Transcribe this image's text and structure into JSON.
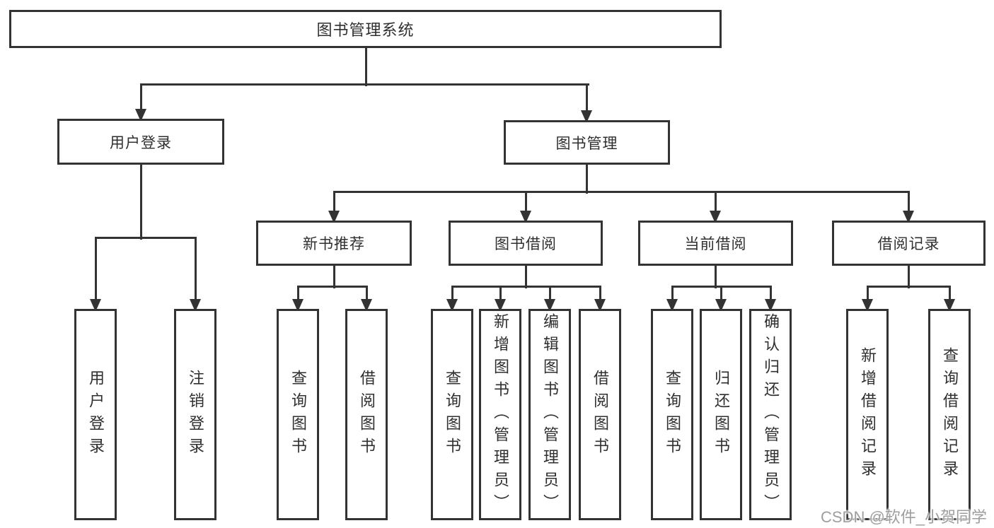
{
  "diagram": {
    "type": "hierarchy-tree",
    "colors": {
      "line": "#333333",
      "text": "#2f2f2f",
      "background": "#ffffff"
    },
    "nodes": {
      "root": {
        "label": "图书管理系统"
      },
      "user_login": {
        "label": "用户登录"
      },
      "book_mgmt": {
        "label": "图书管理"
      },
      "new_book_rec": {
        "label": "新书推荐"
      },
      "book_borrow": {
        "label": "图书借阅"
      },
      "current_borrow": {
        "label": "当前借阅"
      },
      "borrow_record": {
        "label": "借阅记录"
      },
      "leaf_user_login": {
        "label": "用户登录"
      },
      "leaf_logout": {
        "label": "注销登录"
      },
      "leaf_query_book_rec": {
        "label": "查询图书"
      },
      "leaf_borrow_book_rec": {
        "label": "借阅图书"
      },
      "leaf_query_book_borrow": {
        "label": "查询图书"
      },
      "leaf_add_book": {
        "label": "新增图书（管理员）"
      },
      "leaf_edit_book": {
        "label": "编辑图书（管理员）"
      },
      "leaf_borrow_book": {
        "label": "借阅图书"
      },
      "leaf_query_book_current": {
        "label": "查询图书"
      },
      "leaf_return_book": {
        "label": "归还图书"
      },
      "leaf_confirm_return": {
        "label": "确认归还（管理员）"
      },
      "leaf_add_borrow_record": {
        "label": "新增借阅记录"
      },
      "leaf_query_borrow_record": {
        "label": "查询借阅记录"
      }
    },
    "edges": [
      {
        "parent": "root",
        "children": [
          "user_login",
          "book_mgmt"
        ]
      },
      {
        "parent": "user_login",
        "children": [
          "leaf_user_login",
          "leaf_logout"
        ]
      },
      {
        "parent": "book_mgmt",
        "children": [
          "new_book_rec",
          "book_borrow",
          "current_borrow",
          "borrow_record"
        ]
      },
      {
        "parent": "new_book_rec",
        "children": [
          "leaf_query_book_rec",
          "leaf_borrow_book_rec"
        ]
      },
      {
        "parent": "book_borrow",
        "children": [
          "leaf_query_book_borrow",
          "leaf_add_book",
          "leaf_edit_book",
          "leaf_borrow_book"
        ]
      },
      {
        "parent": "current_borrow",
        "children": [
          "leaf_query_book_current",
          "leaf_return_book",
          "leaf_confirm_return"
        ]
      },
      {
        "parent": "borrow_record",
        "children": [
          "leaf_add_borrow_record",
          "leaf_query_borrow_record"
        ]
      }
    ]
  },
  "watermark": {
    "text": "CSDN @软件_小贺同学",
    "color": "#9e9e9e"
  }
}
